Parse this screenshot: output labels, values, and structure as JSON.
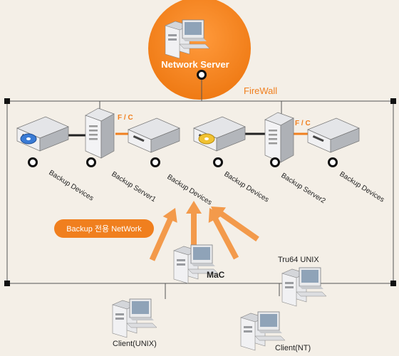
{
  "server": {
    "label": "Network Server"
  },
  "firewall": {
    "label": "FireWall"
  },
  "fc_labels": [
    "F / C",
    "F / C"
  ],
  "top_devices": [
    {
      "label": "Backup Devices"
    },
    {
      "label": "Backup Server1"
    },
    {
      "label": "Backup Devices"
    },
    {
      "label": "Backup Devices"
    },
    {
      "label": "Backup Server2"
    },
    {
      "label": "Backup Devices"
    }
  ],
  "badge": {
    "label": "Backup 전용 NetWork"
  },
  "clients": {
    "mac": "MaC",
    "tru64": "Tru64 UNIX",
    "unix": "Client(UNIX)",
    "nt": "Client(NT)"
  },
  "colors": {
    "accent": "#f07f1e",
    "background": "#f4efe7",
    "line": "#555555"
  }
}
